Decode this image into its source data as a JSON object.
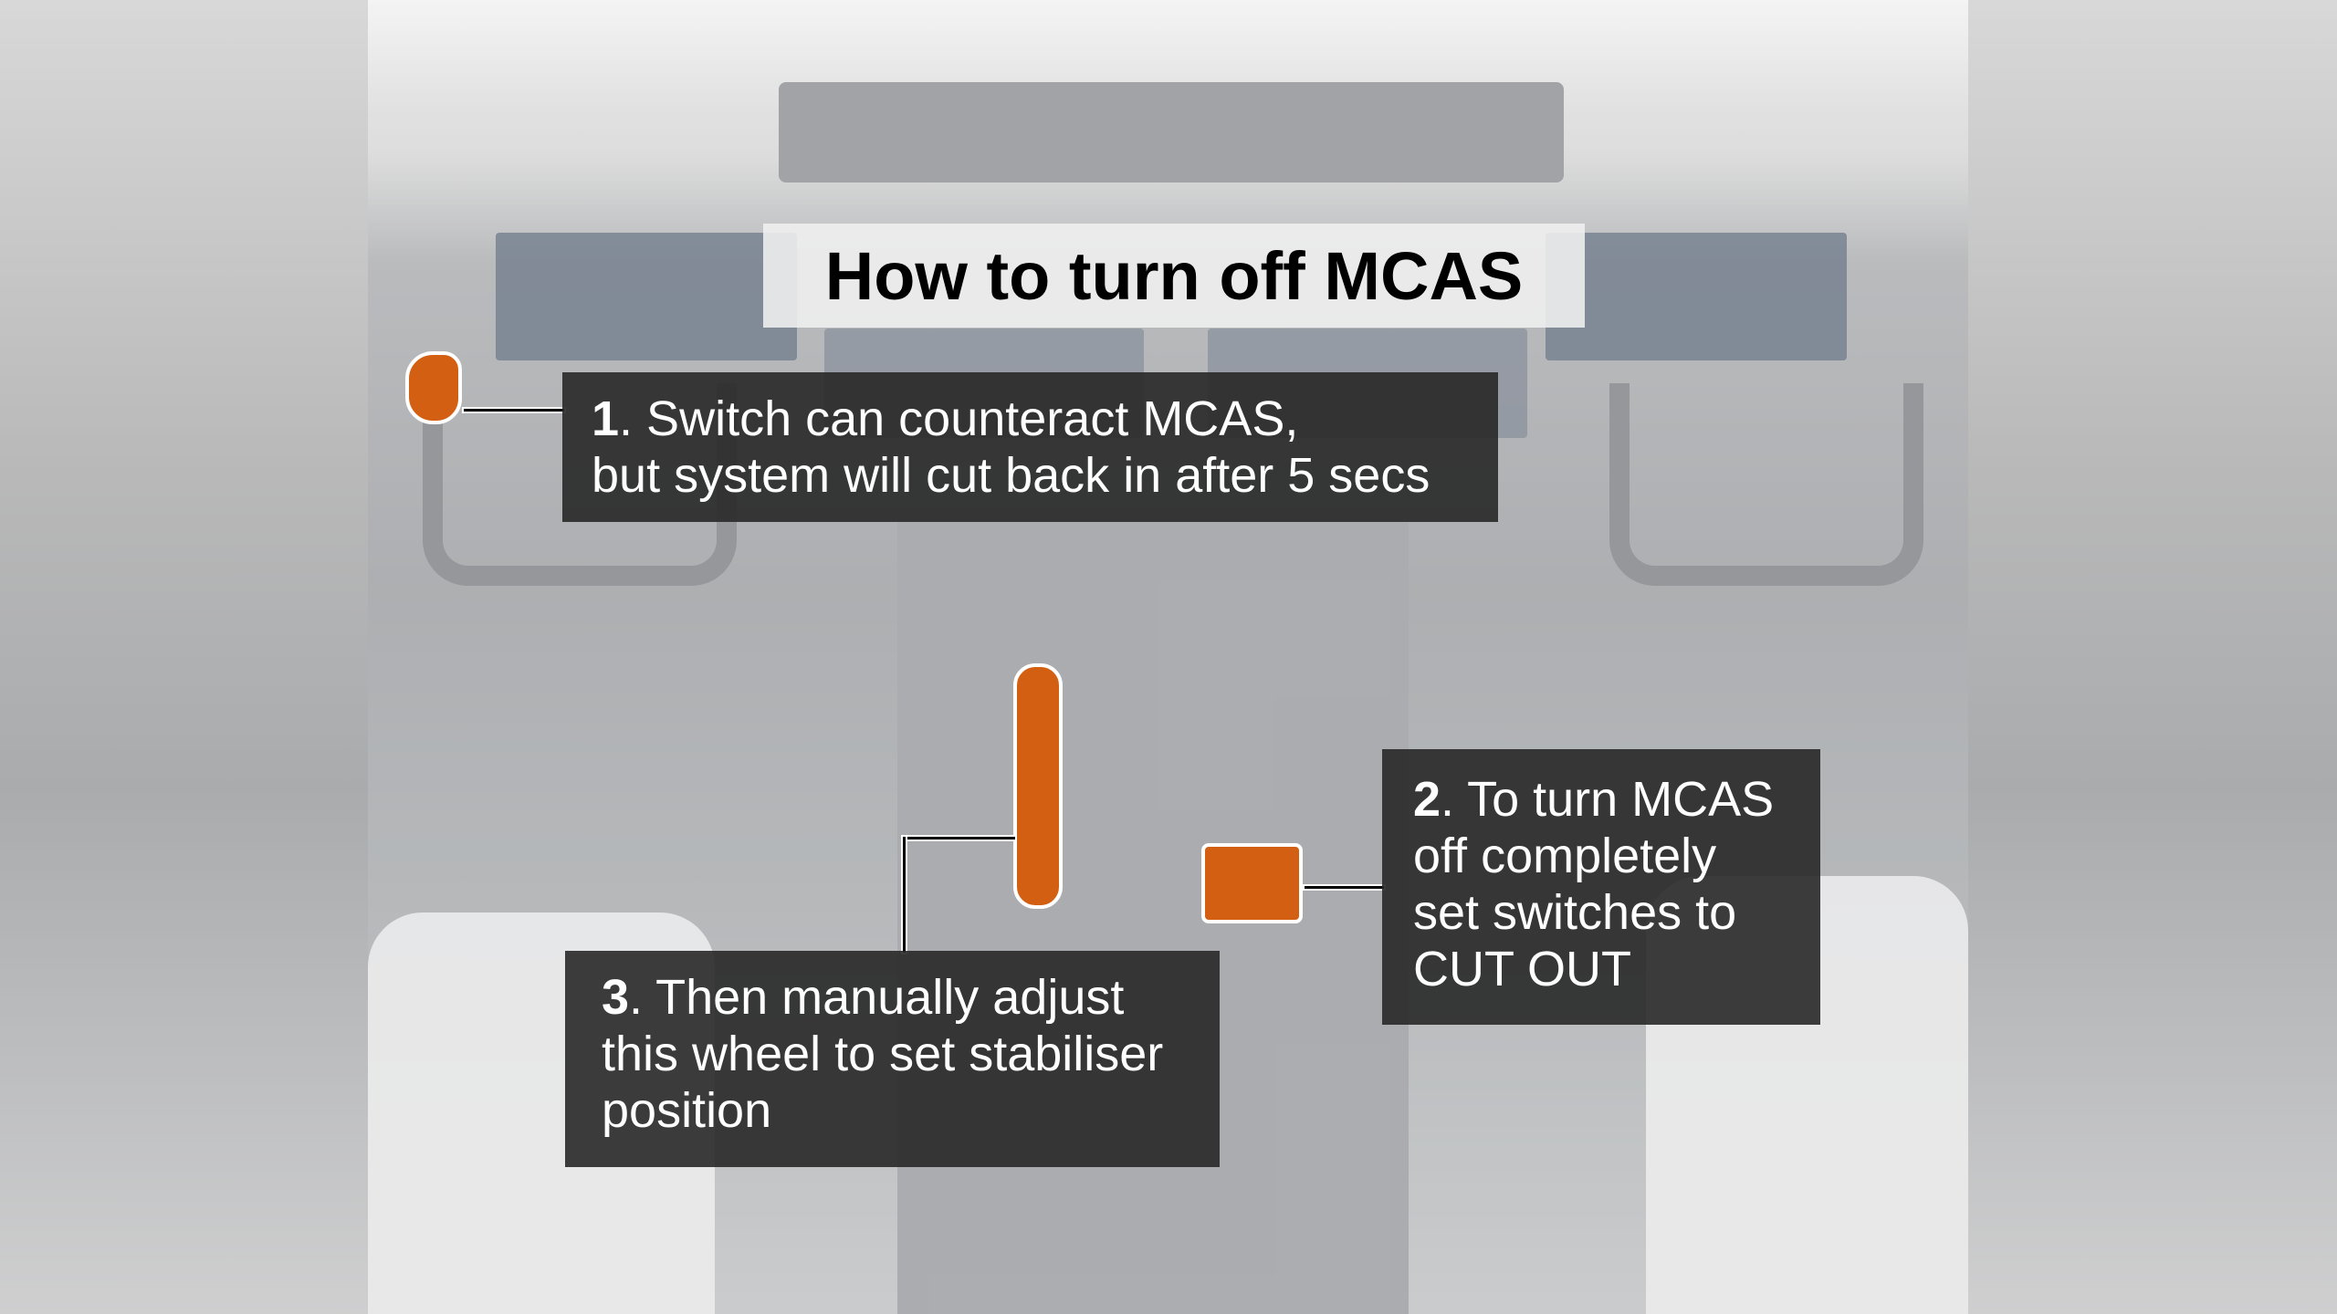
{
  "title": "How to turn off MCAS",
  "callouts": [
    {
      "number": "1",
      "lines": [
        ". Switch can counteract MCAS,",
        "but system will cut back in after 5 secs"
      ]
    },
    {
      "number": "2",
      "lines": [
        ". To turn MCAS",
        "off completely",
        "set switches to",
        "CUT OUT"
      ]
    },
    {
      "number": "3",
      "lines": [
        ". Then manually adjust",
        "this wheel to set stabiliser",
        "position"
      ]
    }
  ],
  "colors": {
    "highlight": "#d35f12",
    "callout_bg": "#282828",
    "title_bg": "#f0f0f0"
  }
}
